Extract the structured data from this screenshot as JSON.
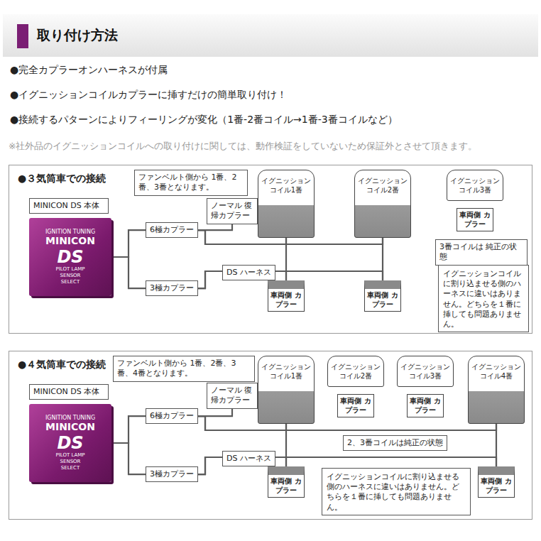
{
  "diagram": {
    "title": "取り付け方法",
    "nodes": [
      {
        "text": [
          "●３気筒車での接続"
        ]
      },
      {
        "text": [
          "ファンベルト側から 1番、2番、3番となります。"
        ],
        "in": 0
      },
      {
        "text": [
          "MINICON DS 本体"
        ],
        "in": 0
      },
      {
        "text": [
          "IGNITION TUNING",
          "MINICON",
          "DS",
          "PILOT LAMP",
          "SENSOR",
          "SELECT"
        ],
        "in": 0
      },
      {
        "text": [
          "6極カプラー"
        ],
        "in": 0
      },
      {
        "text": [
          "ノーマル 復帰カプラー"
        ],
        "in": 0
      },
      {
        "text": [
          "3極カプラー"
        ],
        "in": 0
      },
      {
        "text": [
          "DS ハーネス"
        ],
        "in": 0
      },
      {
        "text": [
          "イグニッション コイル1番"
        ],
        "in": 0
      },
      {
        "text": [
          "イグニッション コイル2番"
        ],
        "in": 0
      },
      {
        "text": [
          "イグニッション コイル3番"
        ],
        "in": 0
      },
      {
        "text": [
          "車両側 カプラー"
        ],
        "in": 0
      },
      {
        "text": [
          "3番コイルは 純正の状態"
        ],
        "in": 0
      },
      {
        "text": [
          "車両側 カプラー"
        ],
        "in": 0
      },
      {
        "text": [
          "車両側 カプラー"
        ],
        "in": 0
      },
      {
        "text": [
          "イグニッションコイルに割り込ませる側のハーネスに違いはありません。どちらを１番に挿しても問題ありません。"
        ],
        "in": 0
      },
      {
        "text": [
          "●４気筒車での接続"
        ]
      },
      {
        "text": [
          "ファンベルト側から 1番、2番、3番、4番となります。"
        ],
        "in": 16
      },
      {
        "text": [
          "MINICON DS 本体"
        ],
        "in": 16
      },
      {
        "text": [
          "IGNITION TUNING",
          "MINICON",
          "DS",
          "PILOT LAMP",
          "SENSOR",
          "SELECT"
        ],
        "in": 16
      },
      {
        "text": [
          "6極カプラー"
        ],
        "in": 16
      },
      {
        "text": [
          "ノーマル 復帰カプラー"
        ],
        "in": 16
      },
      {
        "text": [
          "3極カプラー"
        ],
        "in": 16
      },
      {
        "text": [
          "DS ハーネス"
        ],
        "in": 16
      },
      {
        "text": [
          "イグニッション コイル1番"
        ],
        "in": 16
      },
      {
        "text": [
          "イグニッション コイル2番"
        ],
        "in": 16
      },
      {
        "text": [
          "イグニッション コイル3番"
        ],
        "in": 16
      },
      {
        "text": [
          "イグニッション コイル4番"
        ],
        "in": 16
      },
      {
        "text": [
          "車両側 カプラー"
        ],
        "in": 16
      },
      {
        "text": [
          "車両側 カプラー"
        ],
        "in": 16
      },
      {
        "text": [
          "2、3番コイルは純正の状態"
        ],
        "in": 16
      },
      {
        "text": [
          "車両側 カプラー"
        ],
        "in": 16
      },
      {
        "text": [
          "車両側 カプラー"
        ],
        "in": 16
      },
      {
        "text": [
          "イグニッションコイルに割り込ませる側のハーネスに違いはありません。どちらを１番に挿しても問題ありません。"
        ],
        "in": 16
      }
    ],
    "edges": [
      {
        "from": 3,
        "to": 4,
        "arrow": "none"
      },
      {
        "from": 3,
        "to": 6,
        "arrow": "none"
      },
      {
        "from": 4,
        "to": 5,
        "arrow": "none"
      },
      {
        "from": 4,
        "to": 8,
        "arrow": "none"
      },
      {
        "from": 4,
        "to": 9,
        "arrow": "none"
      },
      {
        "from": 6,
        "to": 13,
        "arrow": "none"
      },
      {
        "from": 6,
        "to": 14,
        "arrow": "none"
      },
      {
        "from": 8,
        "to": 13,
        "arrow": "none"
      },
      {
        "from": 9,
        "to": 14,
        "arrow": "none"
      },
      {
        "from": 19,
        "to": 20,
        "arrow": "none"
      },
      {
        "from": 19,
        "to": 22,
        "arrow": "none"
      },
      {
        "from": 20,
        "to": 21,
        "arrow": "none"
      },
      {
        "from": 20,
        "to": 24,
        "arrow": "none"
      },
      {
        "from": 20,
        "to": 27,
        "arrow": "none"
      },
      {
        "from": 22,
        "to": 31,
        "arrow": "none"
      },
      {
        "from": 22,
        "to": 32,
        "arrow": "none"
      },
      {
        "from": 24,
        "to": 31,
        "arrow": "none"
      },
      {
        "from": 27,
        "to": 32,
        "arrow": "none"
      }
    ],
    "labels": [
      "●完全カプラーオンハーネスが付属",
      "●イグニッションコイルカプラーに挿すだけの簡単取り付け！",
      "●接続するパターンによりフィーリングが変化（1番-2番コイル→1番-3番コイルなど）",
      "※社外品のイグニッションコイルへの取り付けに関しては、動作検証をしていないため保証外とさせて頂きます。"
    ]
  }
}
